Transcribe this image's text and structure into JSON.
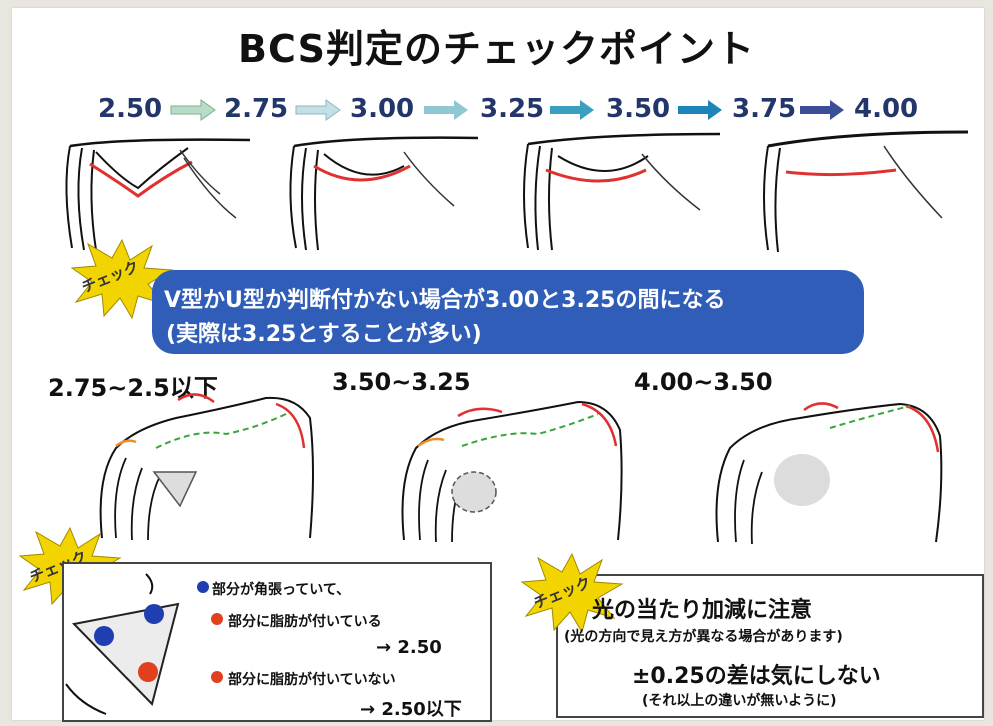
{
  "title": "BCS判定のチェックポイント",
  "scores": [
    "2.50",
    "2.75",
    "3.00",
    "3.25",
    "3.50",
    "3.75",
    "4.00"
  ],
  "arrow_colors": [
    "#b9dcc6",
    "#c4e0e6",
    "#8ec8d4",
    "#3a9fc1",
    "#1c84b8",
    "#2c6eaa",
    "#3a4f98"
  ],
  "check_label": "チェック",
  "banner": {
    "line1": "V型かU型か判断付かない場合が3.00と3.25の間になる",
    "line2": "(実際は3.25とすることが多い)"
  },
  "ranges": [
    "2.75~2.5以下",
    "3.50~3.25",
    "4.00~3.50"
  ],
  "left_box": {
    "blue_line": "部分が角張っていて、",
    "red_line1": "部分に脂肪が付いている",
    "result1": "→ 2.50",
    "red_line2": "部分に脂肪が付いていない",
    "result2": "→ 2.50以下"
  },
  "right_box": {
    "heading": "光の当たり加減に注意",
    "sub": "(光の方向で見え方が異なる場合があります)",
    "note": "±0.25の差は気にしない",
    "note_sub": "(それ以上の違いが無いように)"
  },
  "colors": {
    "banner": "#2f5db8",
    "score_text": "#23366a",
    "starburst": "#f2d400",
    "red_line": "#e03030",
    "green_line": "#3aa33a",
    "orange_line": "#f08a2a"
  }
}
